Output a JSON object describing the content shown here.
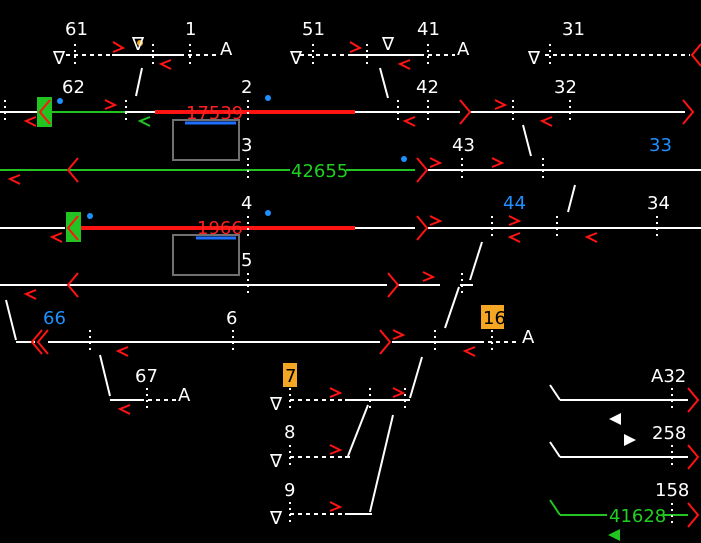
{
  "colors": {
    "background": "#000000",
    "track": "#ffffff",
    "occupied": "#ff1414",
    "route_set": "#22c422",
    "info": "#1e90ff",
    "highlight": "#f5a623"
  },
  "track_labels": {
    "t61": "61",
    "t1": "1",
    "t51": "51",
    "t41": "41",
    "t31": "31",
    "t62": "62",
    "t2": "2",
    "t42": "42",
    "t32": "32",
    "t3": "3",
    "t43": "43",
    "t33": "33",
    "t4": "4",
    "t44": "44",
    "t34": "34",
    "t5": "5",
    "t66": "66",
    "t6": "6",
    "t16": "16",
    "t67": "67",
    "t7": "7",
    "tA32": "A32",
    "t8": "8",
    "t258": "258",
    "t9": "9",
    "t158": "158"
  },
  "end_markers": {
    "a": "A",
    "v": "∇"
  },
  "trains": {
    "train_17539": "17539",
    "train_42655": "42655",
    "train_1966": "1966",
    "train_41628": "41628"
  }
}
